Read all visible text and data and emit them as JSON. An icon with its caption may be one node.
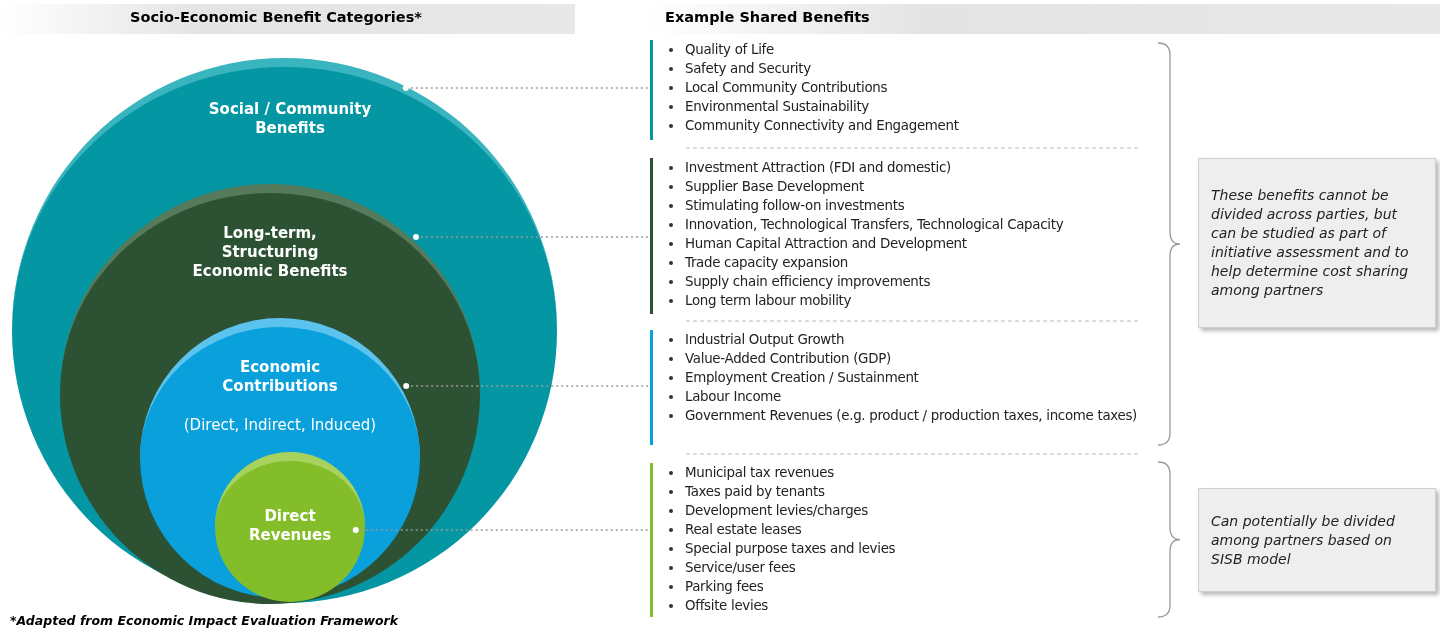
{
  "diagram": {
    "nodes": [
      {
        "text": [
          "Social / Community Benefits"
        ]
      },
      {
        "text": [
          "Long-term, Structuring Economic Benefits"
        ],
        "in": 0
      },
      {
        "text": [
          "Economic Contributions",
          "(Direct, Indirect, Induced)"
        ],
        "in": 1
      },
      {
        "text": [
          "Direct Revenues"
        ],
        "in": 2
      },
      {
        "text": [
          "Quality of Life",
          "Safety and Security",
          "Local Community Contributions",
          "Environmental Sustainability",
          "Community Connectivity and Engagement"
        ]
      },
      {
        "text": [
          "Investment Attraction (FDI and domestic)",
          "Supplier Base Development",
          "Stimulating follow-on investments",
          "Innovation, Technological Transfers, Technological Capacity",
          "Human Capital Attraction and Development",
          "Trade capacity expansion",
          "Supply chain efficiency improvements",
          "Long term labour mobility"
        ]
      },
      {
        "text": [
          "Industrial Output Growth",
          "Value-Added Contribution (GDP)",
          "Employment Creation / Sustainment",
          "Labour Income",
          "Government Revenues (e.g. product / production taxes, income taxes)"
        ]
      },
      {
        "text": [
          "Municipal tax revenues",
          "Taxes paid by tenants",
          "Development levies/charges",
          "Real estate leases",
          "Special purpose taxes and levies",
          "Service/user fees",
          "Parking fees",
          "Offsite levies"
        ]
      },
      {
        "text": [
          "These benefits cannot be divided across parties, but can be studied as part of initiative assessment and to help determine cost sharing among partners"
        ]
      },
      {
        "text": [
          "Can potentially be divided among partners based on SISB model"
        ]
      }
    ],
    "edges": [
      {
        "from": 0,
        "to": 4,
        "arrow": "other",
        "style": "dashed"
      },
      {
        "from": 1,
        "to": 5,
        "arrow": "other",
        "style": "dashed"
      },
      {
        "from": 2,
        "to": 6,
        "arrow": "other",
        "style": "dashed"
      },
      {
        "from": 3,
        "to": 7,
        "arrow": "other",
        "style": "dashed"
      }
    ],
    "labels": [
      "Socio-Economic Benefit Categories*",
      "Example Shared Benefits",
      "*Adapted from Economic Impact Evaluation Framework"
    ]
  }
}
